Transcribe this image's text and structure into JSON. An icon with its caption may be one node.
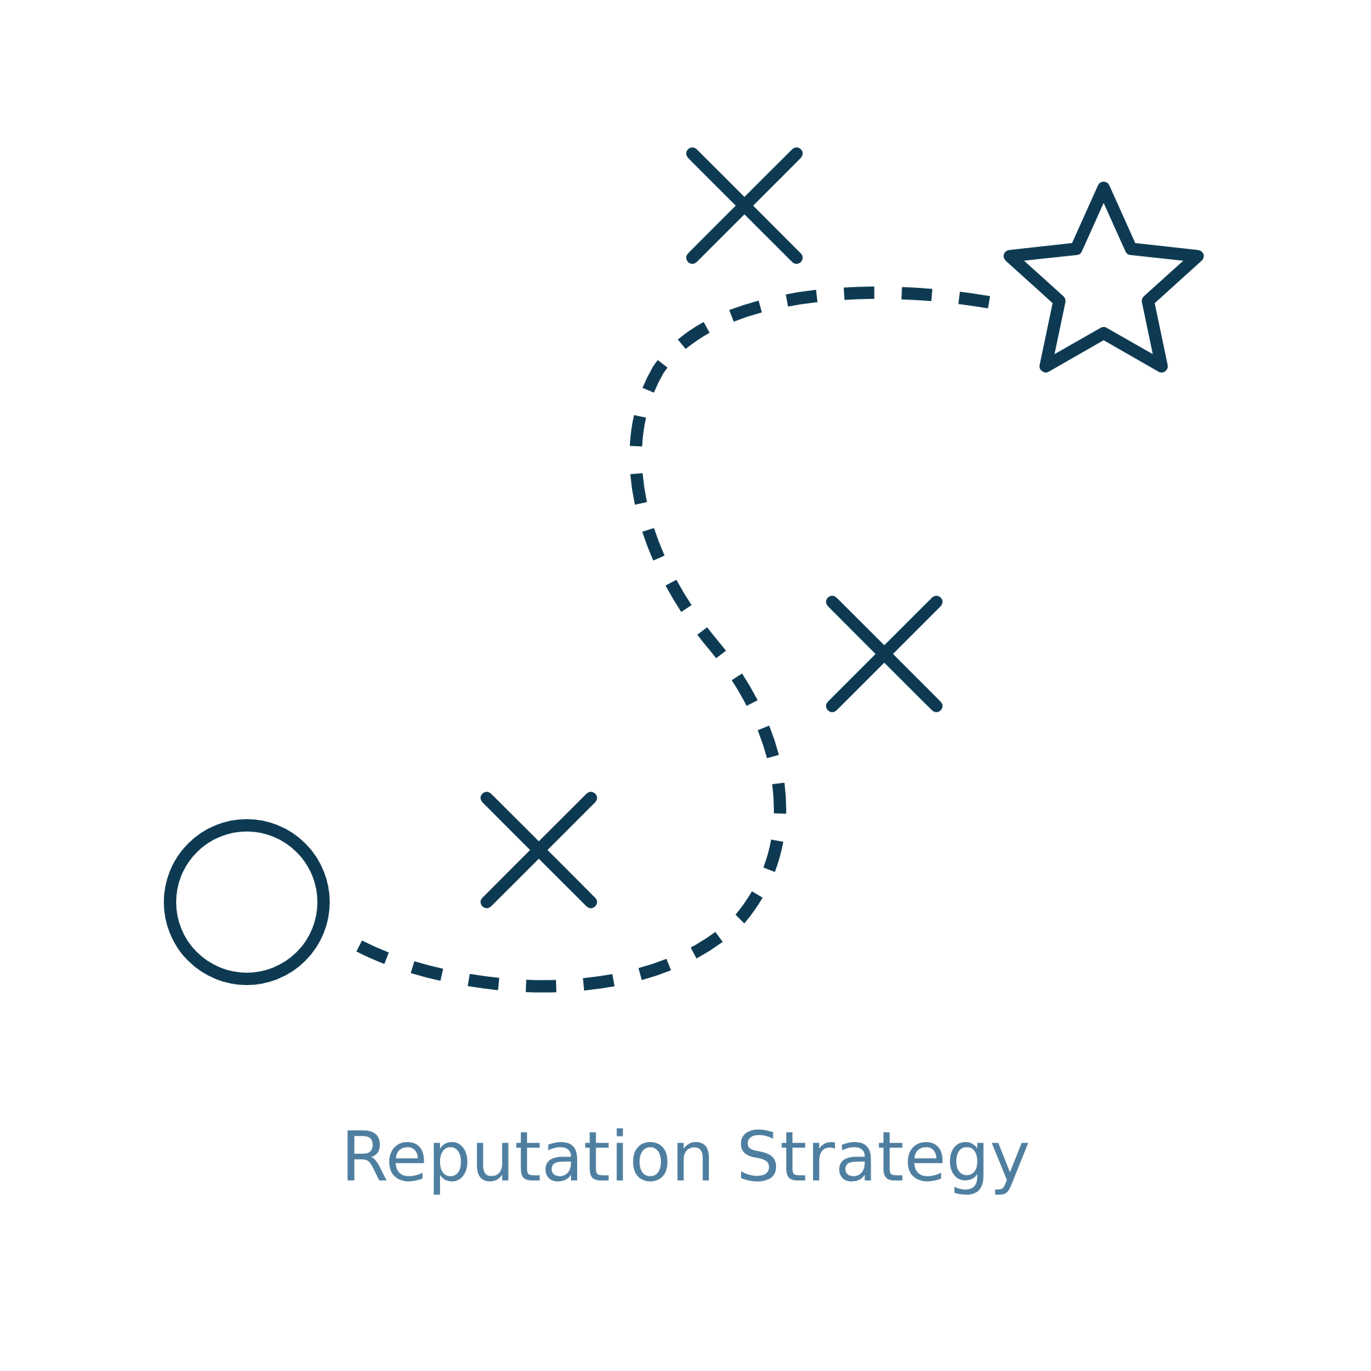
{
  "diagram": {
    "title": "Reputation Strategy",
    "nodes": [
      {
        "text": [],
        "shape": "circle"
      },
      {
        "text": [],
        "shape": "star"
      }
    ],
    "edges": [
      {
        "from": 0,
        "to": 1,
        "arrow": "none",
        "style": "dashed"
      }
    ]
  }
}
